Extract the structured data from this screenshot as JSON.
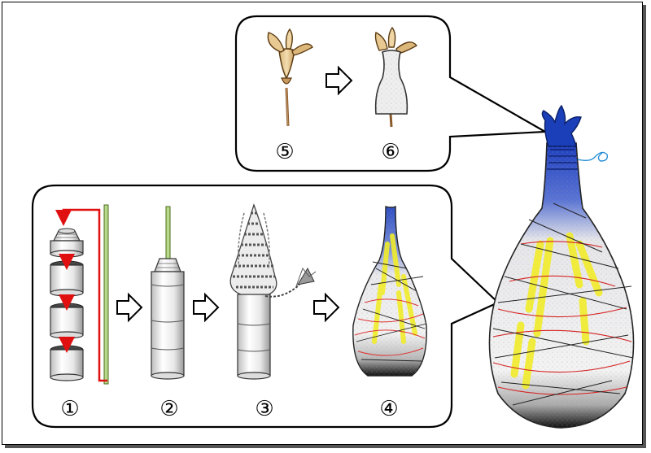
{
  "steps": {
    "s1": "①",
    "s2": "②",
    "s3": "③",
    "s4": "④",
    "s5": "⑤",
    "s6": "⑥"
  }
}
